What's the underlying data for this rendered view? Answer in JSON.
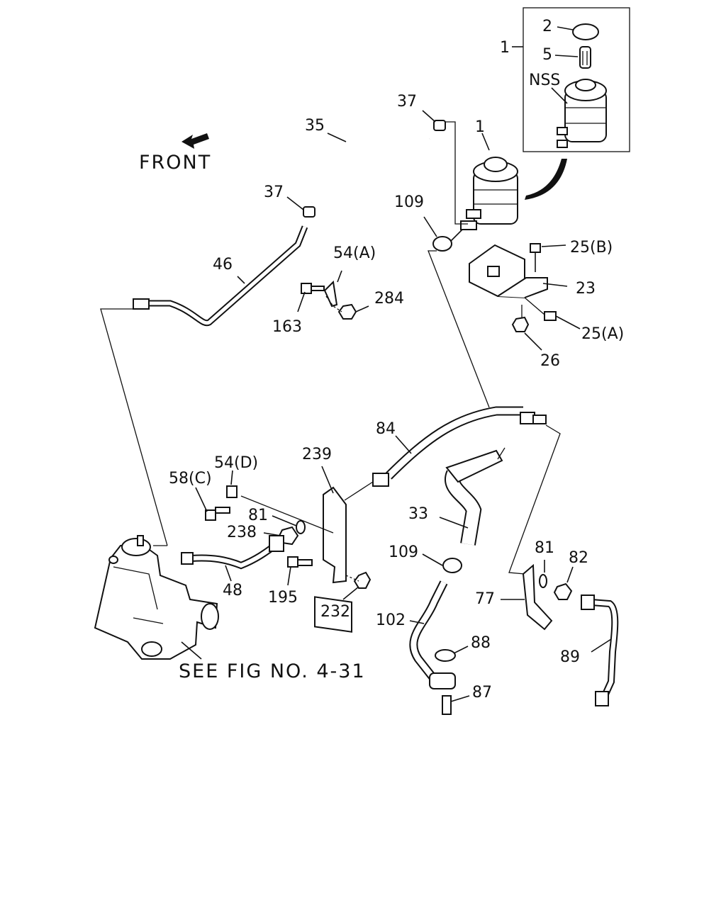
{
  "labels": {
    "front": "FRONT",
    "see_fig": "SEE FIG NO. 4-31",
    "nss": "NSS",
    "p1a": "1",
    "p1b": "1",
    "p2": "2",
    "p5": "5",
    "p37a": "37",
    "p37b": "37",
    "p35": "35",
    "p109a": "109",
    "p109b": "109",
    "p25b": "25(B)",
    "p23": "23",
    "p25a": "25(A)",
    "p26": "26",
    "p54a": "54(A)",
    "p284": "284",
    "p163": "163",
    "p46": "46",
    "p84": "84",
    "p239": "239",
    "p54d": "54(D)",
    "p58c": "58(C)",
    "p81a": "81",
    "p238": "238",
    "p33": "33",
    "p81b": "81",
    "p82": "82",
    "p77": "77",
    "p48": "48",
    "p195": "195",
    "p232": "232",
    "p102": "102",
    "p88": "88",
    "p87": "87",
    "p89": "89"
  }
}
